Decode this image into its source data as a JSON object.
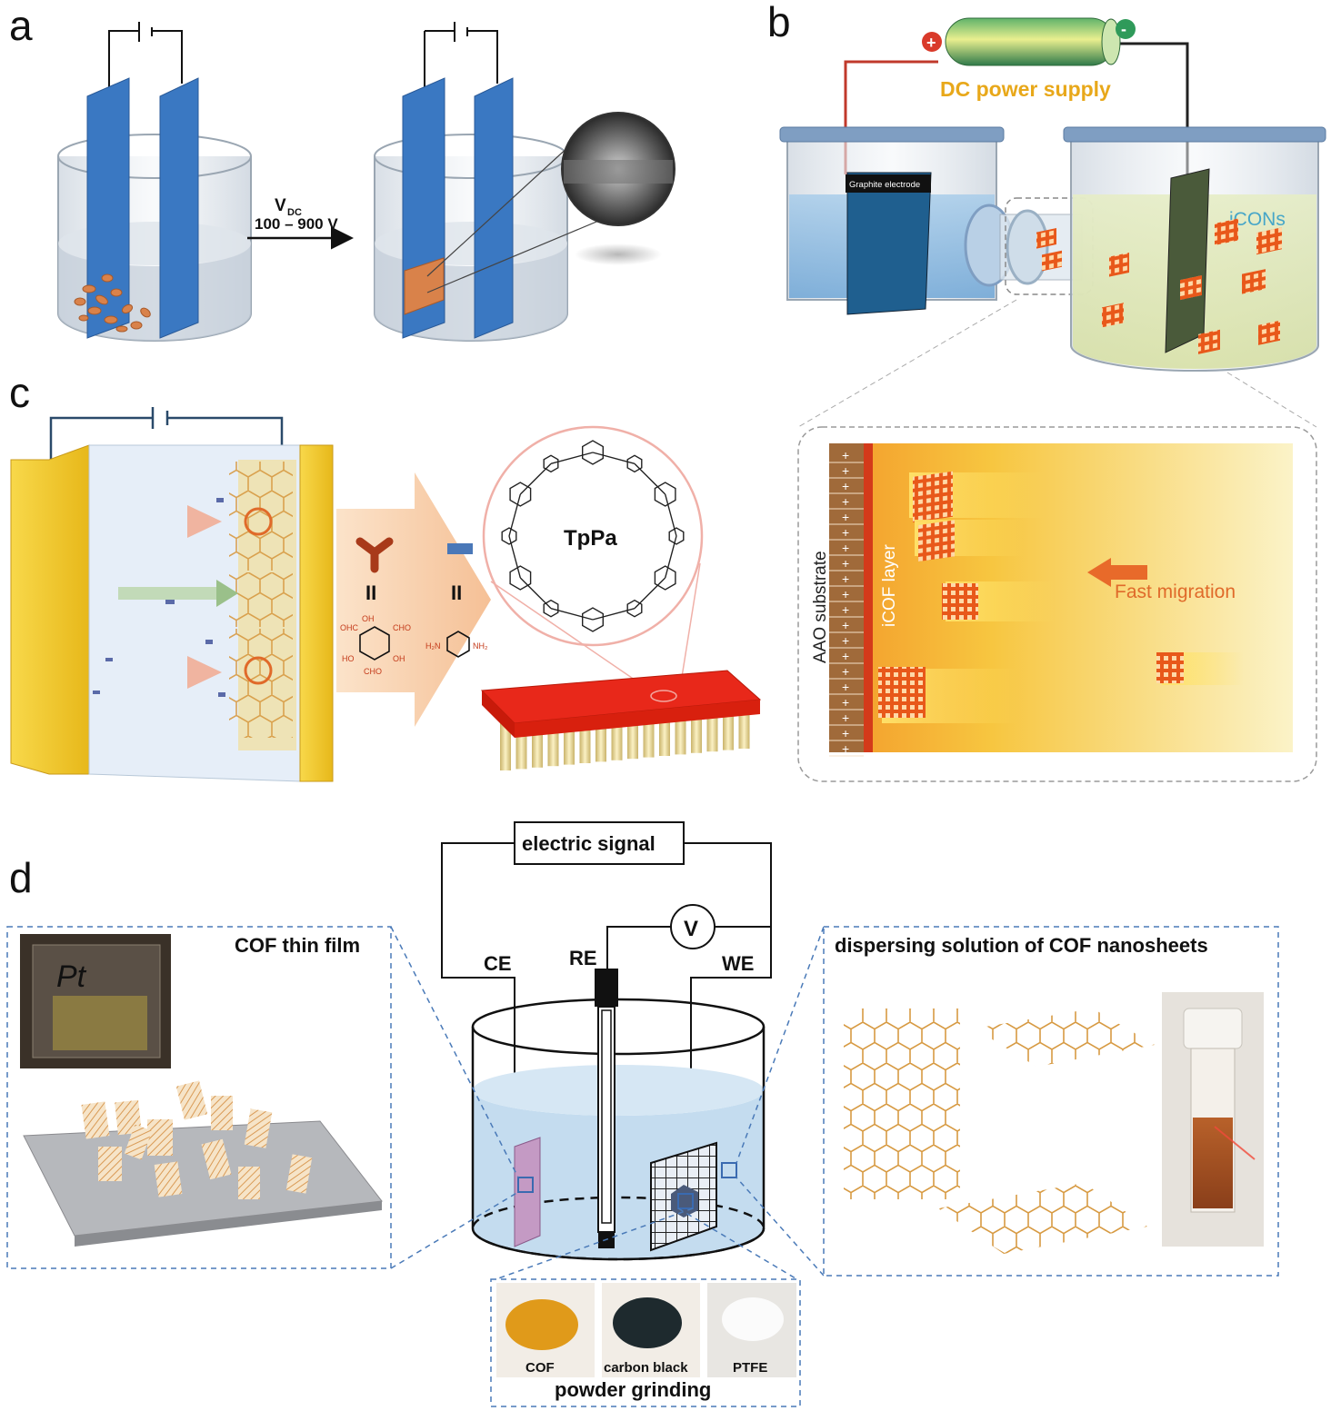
{
  "panels": {
    "a": {
      "letter": "a",
      "voltage_symbol": "V",
      "voltage_subscript": "DC",
      "voltage_range": "100 – 900 V"
    },
    "b": {
      "letter": "b",
      "power_supply_label": "DC power supply",
      "plus_sign": "+",
      "minus_sign": "-",
      "electrode_label": "Graphite electrode",
      "nanosheet_label": "iCONs",
      "inset": {
        "substrate_label": "AAO substrate",
        "layer_label": "iCOF layer",
        "migration_label": "Fast migration",
        "charge_sign": "+"
      }
    },
    "c": {
      "letter": "c",
      "structure_label": "TpPa",
      "equals_sign": "II",
      "monomer_left_groups": [
        "OHC",
        "OH",
        "CHO",
        "HO",
        "OH",
        "CHO"
      ],
      "monomer_right_groups": [
        "H₂N",
        "NH₂"
      ]
    },
    "d": {
      "letter": "d",
      "signal_box_label": "electric signal",
      "voltmeter_label": "V",
      "counter_electrode": "CE",
      "reference_electrode": "RE",
      "working_electrode": "WE",
      "left_box_label": "COF thin film",
      "right_box_label": "dispersing solution of COF nanosheets",
      "bottom_box_label": "powder grinding",
      "powders": [
        "COF",
        "carbon black",
        "PTFE"
      ],
      "photo_handwriting": "Pt"
    }
  },
  "colors": {
    "electrode_blue": "#3a78c2",
    "cof_orange": "#d9824a",
    "dashed_frame": "#4a7ab8",
    "gold_plate": "#f5cf2a",
    "membrane_red": "#e8281a",
    "migration_arrow": "#e86a2a"
  }
}
